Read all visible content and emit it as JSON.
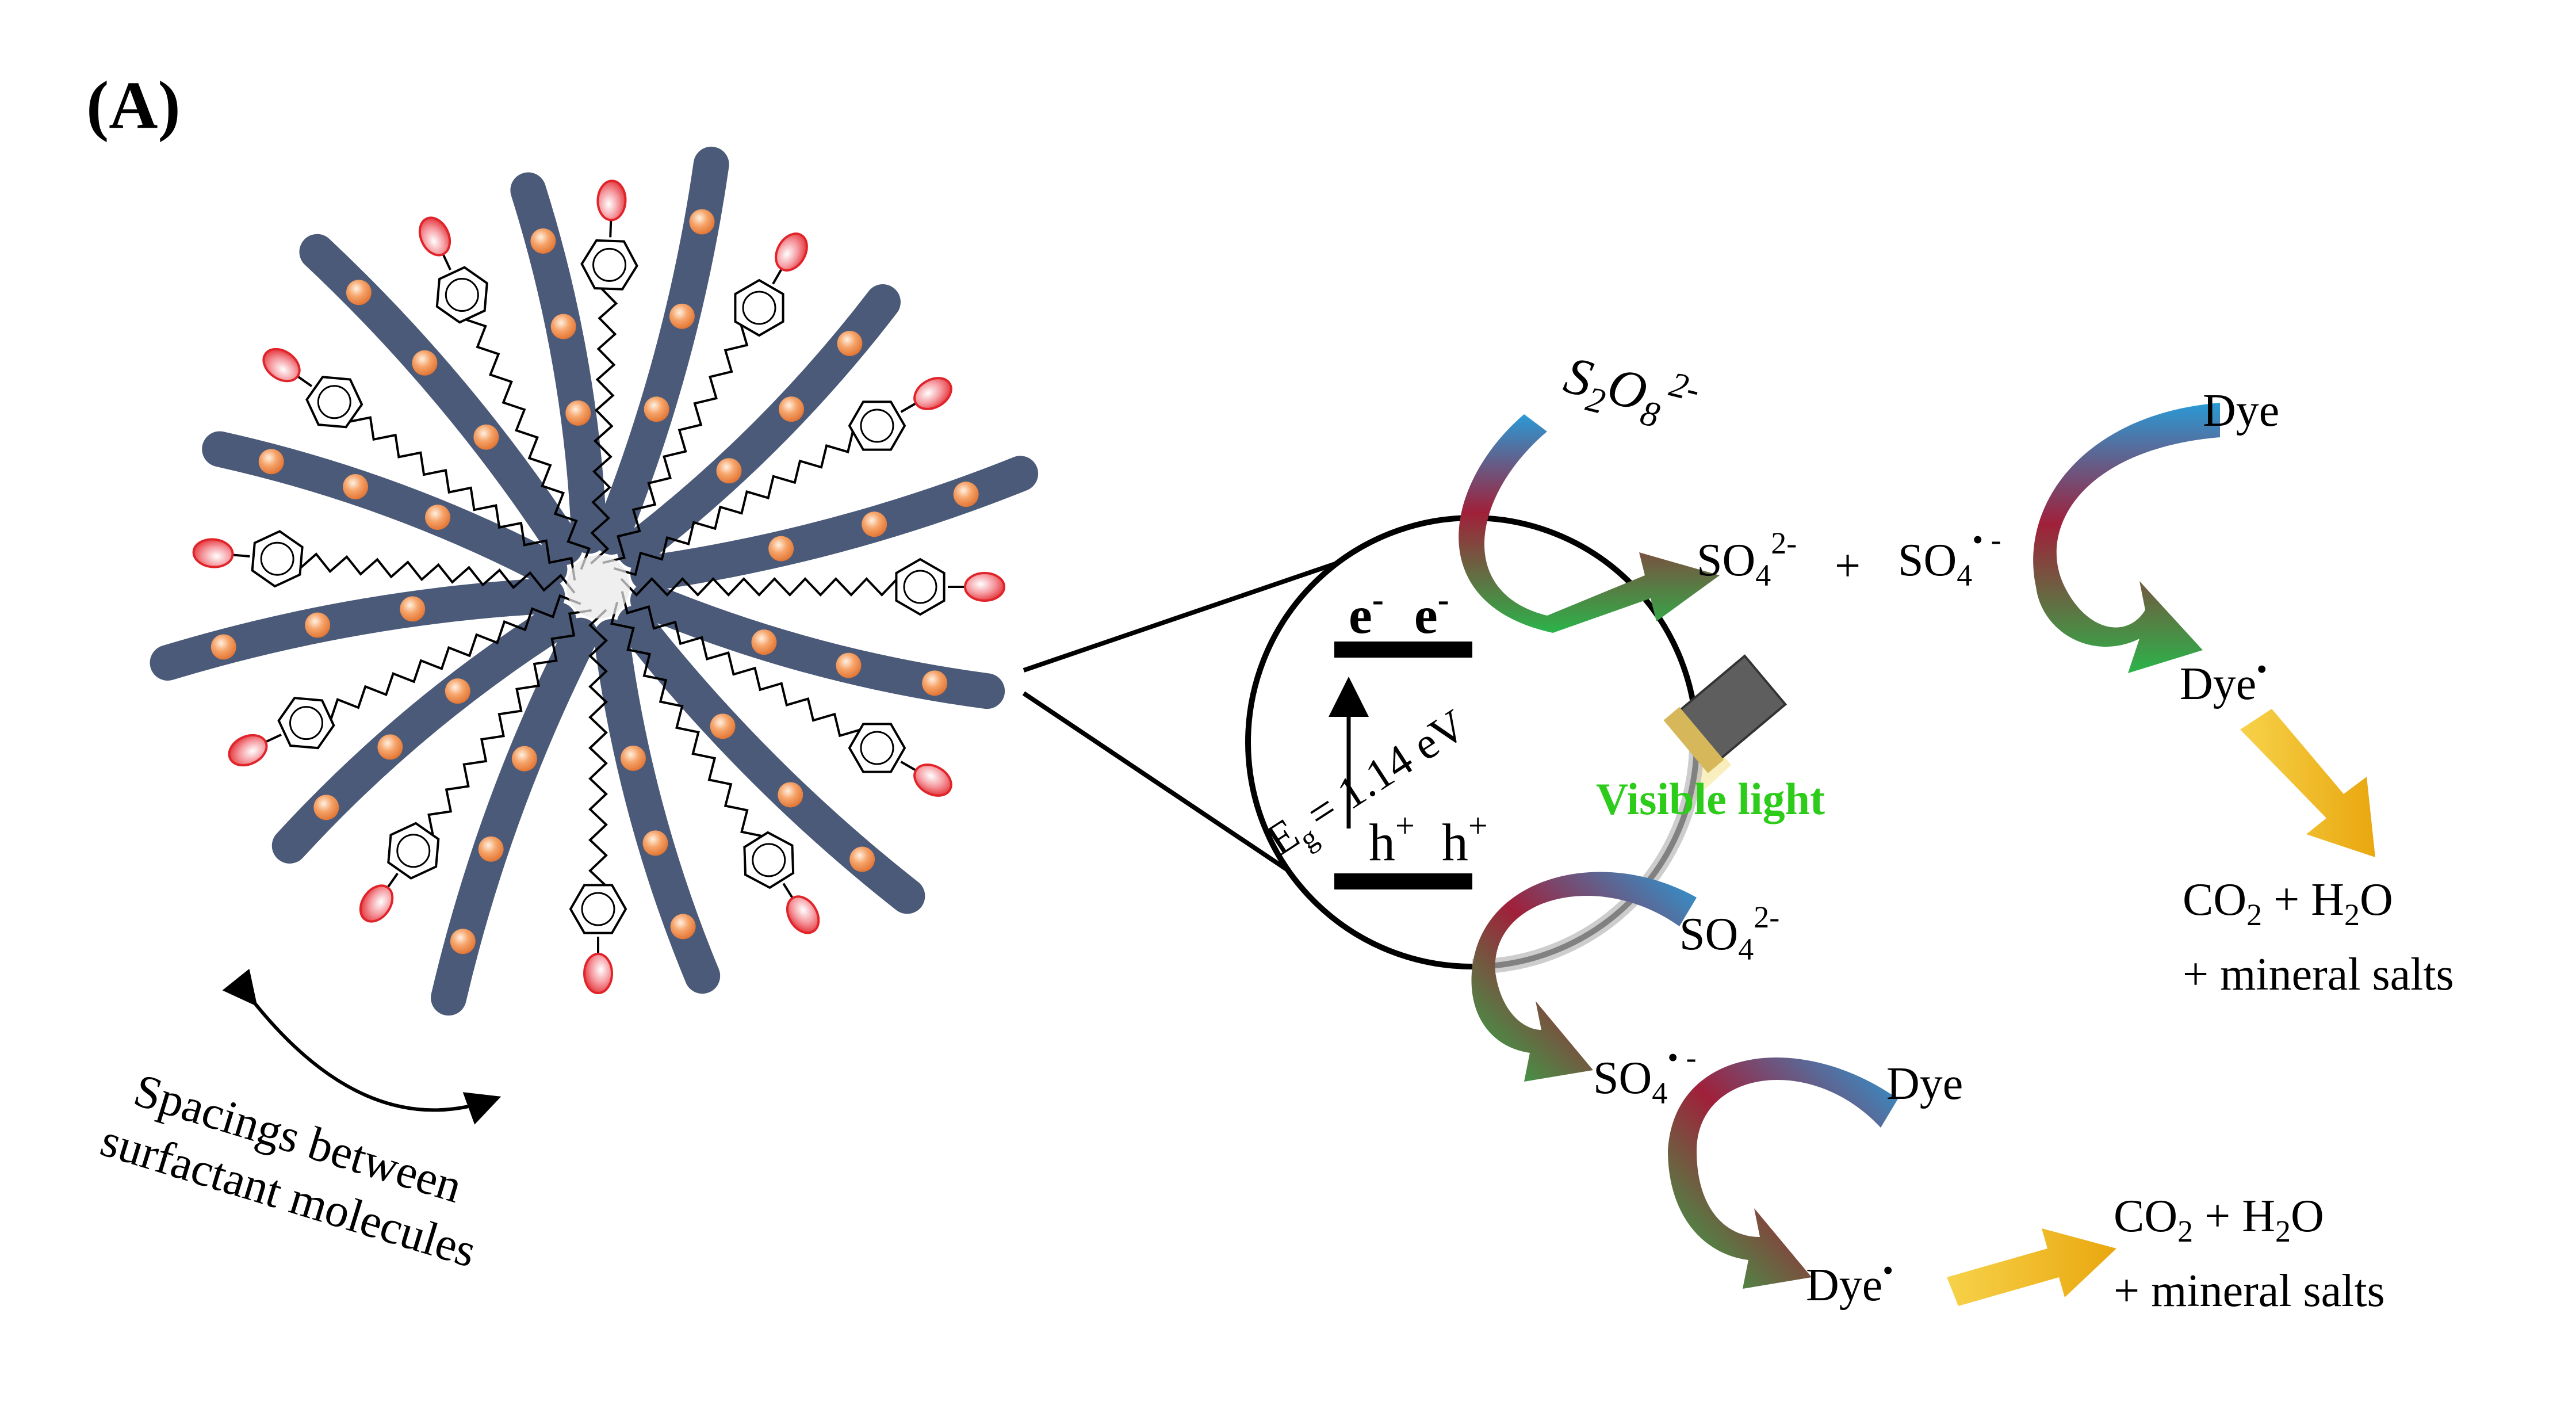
{
  "panel_label": "(A)",
  "spacing_label": {
    "line1": "Spacings between",
    "line2": "surfactant molecules"
  },
  "band": {
    "electron": "e",
    "electron_sup": "-",
    "hole": "h",
    "hole_sup": "+",
    "eg_symbol": "E",
    "eg_sub": "g",
    "eg_value": "= 1.14 eV"
  },
  "light_label": "Visible light",
  "reactions": {
    "persulfate": {
      "base": "S",
      "sub1": "2",
      "mid": "O",
      "sub2": "8",
      "sup": "2-"
    },
    "sulfate_ion": {
      "base": "SO",
      "sub": "4",
      "sup": "2-"
    },
    "plus": "+",
    "sulfate_radical": {
      "base": "SO",
      "sub": "4",
      "sup": "• -"
    },
    "dye": "Dye",
    "dye_radical": {
      "base": "Dye",
      "sup": "•"
    },
    "products": {
      "co2_base": "CO",
      "co2_sub": "2",
      "plus_water": " + H",
      "h2o_sub": "2",
      "h2o_end": "O",
      "line2": "+ mineral salts"
    }
  },
  "colors": {
    "micelle_tail": "#4b5a78",
    "bead": "#f08a4b",
    "head_group": "#e0242a",
    "light_text": "#2ecc1a",
    "yellow_arrow": "#f2b81b",
    "bar": "#000000"
  }
}
